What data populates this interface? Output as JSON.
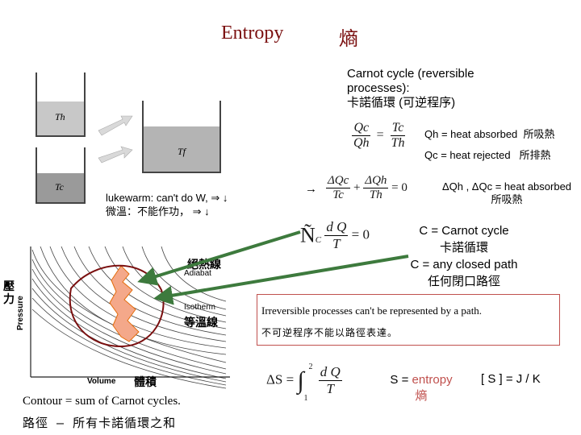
{
  "title": {
    "en": "Entropy",
    "zh": "熵"
  },
  "carnot_header": {
    "en": "Carnot cycle (reversible processes):",
    "zh": "卡諾循環 (可逆程序)"
  },
  "reservoirs": {
    "hot": "Th",
    "cold": "Tc",
    "final": "Tf"
  },
  "equations": {
    "ratio": {
      "lhs_num": "Qc",
      "lhs_den": "Qh",
      "rhs_num": "Tc",
      "rhs_den": "Th"
    },
    "sum": {
      "t1_num": "ΔQc",
      "t1_den": "Tc",
      "t2_num": "ΔQh",
      "t2_den": "Th",
      "rhs": "0"
    },
    "closed": {
      "symbol": "Ñ",
      "sub": "C",
      "num": "d Q",
      "den": "T",
      "rhs": "0"
    },
    "entropy": {
      "lhs": "ΔS",
      "upper": "2",
      "lower": "1",
      "num": "d Q",
      "den": "T"
    }
  },
  "notes": {
    "qh": {
      "en": "Qh = heat absorbed",
      "zh": "所吸熱"
    },
    "qc": {
      "en": "Qc = heat rejected",
      "zh": "所排熱"
    },
    "dq": {
      "en": "ΔQh , ΔQc = heat absorbed",
      "zh": "所吸熱"
    },
    "lukewarm": {
      "en": "lukewarm: can't do W,",
      "zh": "微溫：不能作功，"
    },
    "c_def": {
      "l1": "C = Carnot cycle",
      "l2": "卡諾循環",
      "l3": "C = any closed path",
      "l4": "任何閉口路徑"
    },
    "irreversible": {
      "en": "Irreversible processes can't be represented by a path.",
      "zh": "不可逆程序不能以路徑表達。"
    },
    "entropy_def": {
      "en1": "S = ",
      "en2": "entropy",
      "zh": "熵",
      "unit": "[ S ] = J / K"
    }
  },
  "diagram": {
    "adiabat_en": "Adiabat",
    "adiabat_zh": "絕熱線",
    "isotherm_en": "Isotherm",
    "isotherm_zh": "等溫線",
    "pressure_en": "Pressure",
    "pressure_zh": "壓力",
    "volume_en": "Volume",
    "volume_zh": "體積"
  },
  "footer": {
    "en": "Contour = sum of Carnot cycles.",
    "zh": "路徑 – 所有卡諾循環之和"
  },
  "colors": {
    "title": "#7a0f0f",
    "arrow": "#3d7a3d",
    "entropy_word": "#c0504d",
    "orange": "#e46c0a"
  }
}
